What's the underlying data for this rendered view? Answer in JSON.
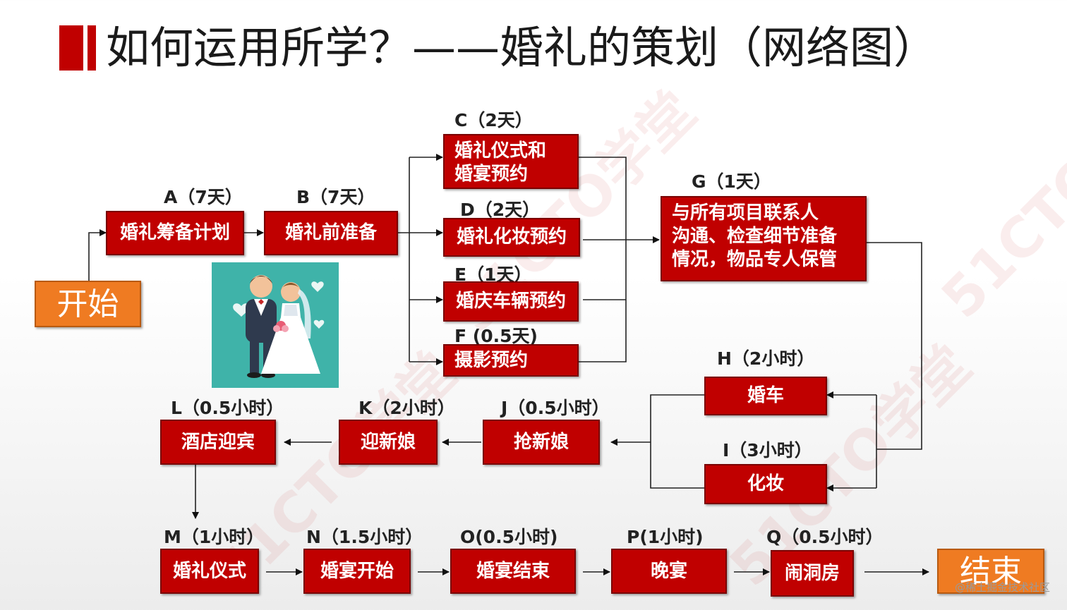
{
  "title": "如何运用所学？——婚礼的策划（网络图）",
  "watermark": "51CTO学堂",
  "footer": "@稀土掘金技术社区",
  "start_label": "开始",
  "end_label": "结束",
  "tasks": {
    "A": {
      "label": "A（7天）",
      "name": "婚礼筹备计划"
    },
    "B": {
      "label": "B（7天）",
      "name": "婚礼前准备"
    },
    "C": {
      "label": "C（2天）",
      "lines": [
        "婚礼仪式和",
        "婚宴预约"
      ]
    },
    "D": {
      "label": "D（2天）",
      "name": "婚礼化妆预约"
    },
    "E": {
      "label": "E（1天）",
      "name": "婚庆车辆预约"
    },
    "F": {
      "label": "F (0.5天)",
      "name": "摄影预约"
    },
    "G": {
      "label": "G（1天）",
      "lines": [
        "与所有项目联系人",
        "沟通、检查细节准备",
        "情况，物品专人保管"
      ]
    },
    "H": {
      "label": "H（2小时）",
      "name": "婚车"
    },
    "I": {
      "label": "I（3小时）",
      "name": "化妆"
    },
    "J": {
      "label": "J（0.5小时）",
      "name": "抢新娘"
    },
    "K": {
      "label": "K（2小时）",
      "name": "迎新娘"
    },
    "L": {
      "label": "L（0.5小时）",
      "name": "酒店迎宾"
    },
    "M": {
      "label": "M（1小时）",
      "name": "婚礼仪式"
    },
    "N": {
      "label": "N（1.5小时）",
      "name": "婚宴开始"
    },
    "O": {
      "label": "O(0.5小时)",
      "name": "婚宴结束"
    },
    "P": {
      "label": "P(1小时)",
      "name": "晚宴"
    },
    "Q": {
      "label": "Q（0.5小时）",
      "name": "闹洞房"
    }
  }
}
